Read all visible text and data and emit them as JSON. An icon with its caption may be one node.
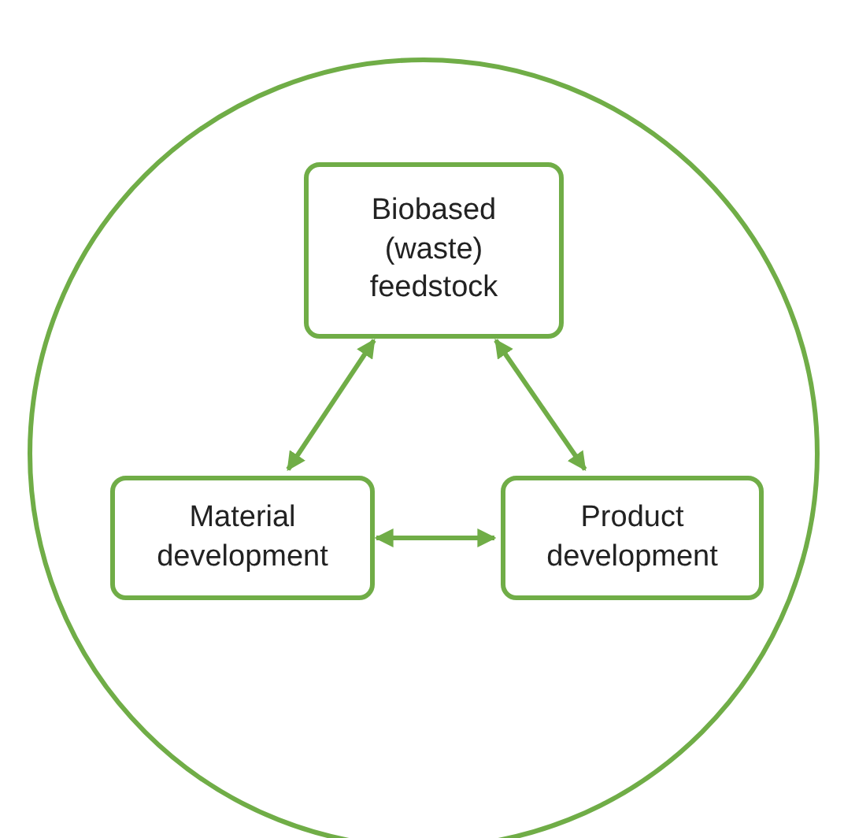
{
  "diagram": {
    "nodes": [
      {
        "text": [
          "Biobased (waste) feedstock"
        ]
      },
      {
        "text": [
          "Material development"
        ]
      },
      {
        "text": [
          "Product development"
        ]
      }
    ],
    "edges": [
      {
        "from": 0,
        "to": 1,
        "arrow": "both"
      },
      {
        "from": 0,
        "to": 2,
        "arrow": "both"
      },
      {
        "from": 1,
        "to": 2,
        "arrow": "both"
      }
    ]
  }
}
